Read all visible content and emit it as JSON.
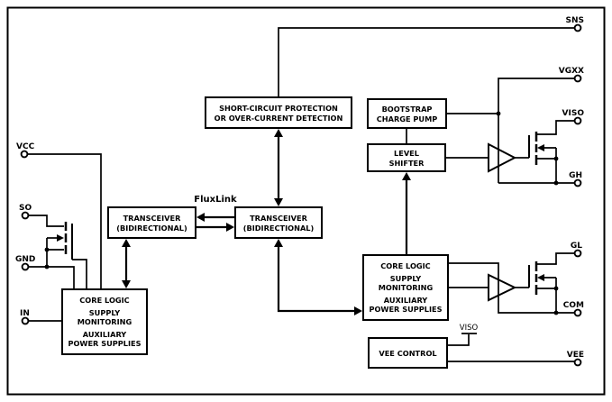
{
  "fluxlink": "FluxLink",
  "viso_tap": "VISO",
  "boxes": {
    "sc_protection": [
      "SHORT-CIRCUIT PROTECTION",
      "OR OVER-CURRENT DETECTION"
    ],
    "transceiver_left": [
      "TRANSCEIVER",
      "(BIDIRECTIONAL)"
    ],
    "transceiver_right": [
      "TRANSCEIVER",
      "(BIDIRECTIONAL)"
    ],
    "core_logic_left": [
      "CORE LOGIC",
      "SUPPLY",
      "MONITORING",
      "AUXILIARY",
      "POWER SUPPLIES"
    ],
    "core_logic_right": [
      "CORE LOGIC",
      "SUPPLY",
      "MONITORING",
      "AUXILIARY",
      "POWER SUPPLIES"
    ],
    "bootstrap_charge_pump": [
      "BOOTSTRAP",
      "CHARGE PUMP"
    ],
    "level_shifter": [
      "LEVEL",
      "SHIFTER"
    ],
    "vee_control": [
      "VEE CONTROL"
    ]
  },
  "pins": {
    "vcc": "VCC",
    "so": "SO",
    "gnd": "GND",
    "in": "IN",
    "sns": "SNS",
    "vgxx": "VGXX",
    "viso": "VISO",
    "gh": "GH",
    "gl": "GL",
    "com": "COM",
    "vee": "VEE"
  },
  "colors": {
    "line": "#000000",
    "background": "#ffffff",
    "text": "#000000"
  }
}
